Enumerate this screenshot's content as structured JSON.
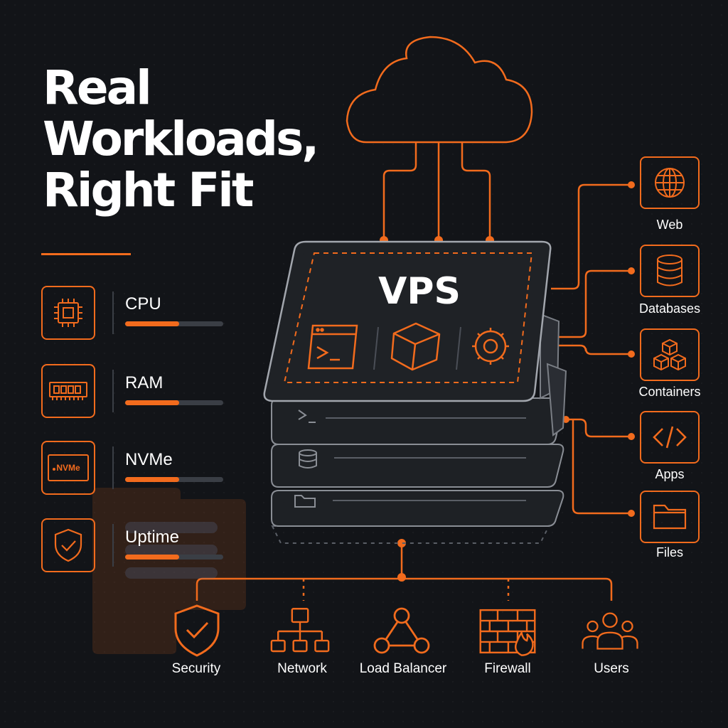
{
  "headline": [
    "Real",
    "Workloads,",
    "Right Fit"
  ],
  "center_label": "VPS",
  "resources": [
    {
      "label": "CPU",
      "level": 0.55,
      "icon": "cpu-chip-icon"
    },
    {
      "label": "RAM",
      "level": 0.55,
      "icon": "memory-module-icon"
    },
    {
      "label": "NVMe",
      "level": 0.55,
      "icon": "nvme-drive-icon",
      "icon_text": "NVMe"
    },
    {
      "label": "Uptime",
      "level": 0.55,
      "icon": "shield-check-icon"
    }
  ],
  "services": [
    {
      "label": "Web",
      "icon": "globe-icon"
    },
    {
      "label": "Databases",
      "icon": "database-icon"
    },
    {
      "label": "Containers",
      "icon": "cubes-icon"
    },
    {
      "label": "Apps",
      "icon": "code-brackets-icon"
    },
    {
      "label": "Files",
      "icon": "folder-icon"
    }
  ],
  "infrastructure": [
    {
      "label": "Security",
      "icon": "shield-check-icon"
    },
    {
      "label": "Network",
      "icon": "network-tree-icon"
    },
    {
      "label": "Load Balancer",
      "icon": "load-balancer-icon"
    },
    {
      "label": "Firewall",
      "icon": "firewall-icon"
    },
    {
      "label": "Users",
      "icon": "users-icon"
    }
  ],
  "colors": {
    "accent": "#f26b1d",
    "background": "#121418",
    "card": "#1f2226",
    "muted": "#3a3e45"
  }
}
